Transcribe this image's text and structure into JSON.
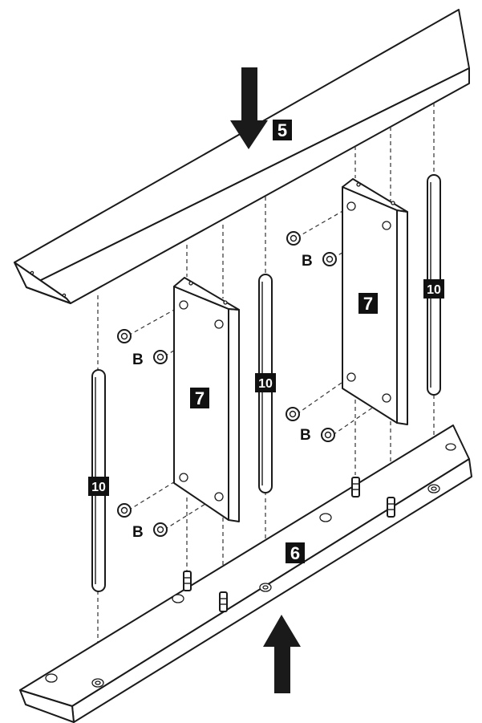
{
  "labels": {
    "top_board": "5",
    "bottom_board": "6",
    "side_panel_left": "7",
    "side_panel_right": "7",
    "dowel_left": "10",
    "dowel_center": "10",
    "dowel_right": "10",
    "fitting_right_upper": "B",
    "fitting_left_upper": "B",
    "fitting_right_lower": "B",
    "fitting_left_lower": "B"
  }
}
